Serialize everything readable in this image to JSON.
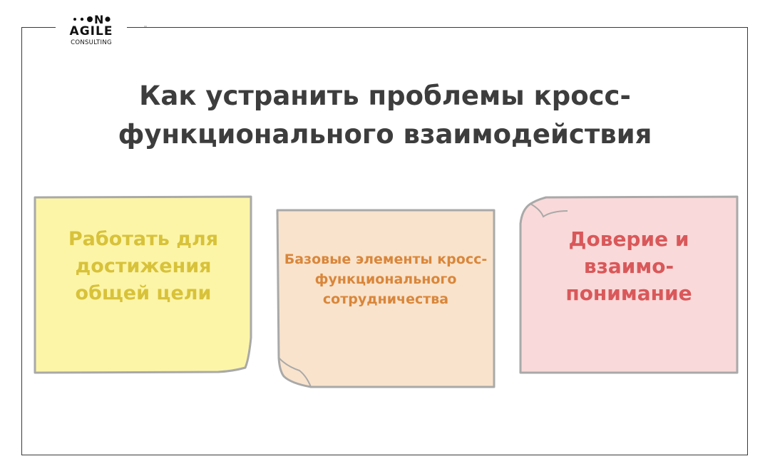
{
  "logo": {
    "main": "AGILE",
    "sub": "CONSULTING",
    "mark": "•  • ●N●"
  },
  "title": "Как устранить проблемы кросс-функционального взаимодействия",
  "notes": [
    {
      "text": "Работать для достижения общей цели",
      "color": "#fcf5a8"
    },
    {
      "text": "Базовые элементы кросс-функционального сотрудничества",
      "color": "#f9e3cc"
    },
    {
      "text": "Доверие и взаимо-понимание",
      "color": "#f9d9d9"
    }
  ],
  "colors": {
    "frame": "#3a3a3a",
    "title_text": "#3d3d3d",
    "note_border": "#a9a9a9",
    "yellow_text": "#d8c23a",
    "peach_text": "#d9863a",
    "pink_text": "#d9585a"
  }
}
